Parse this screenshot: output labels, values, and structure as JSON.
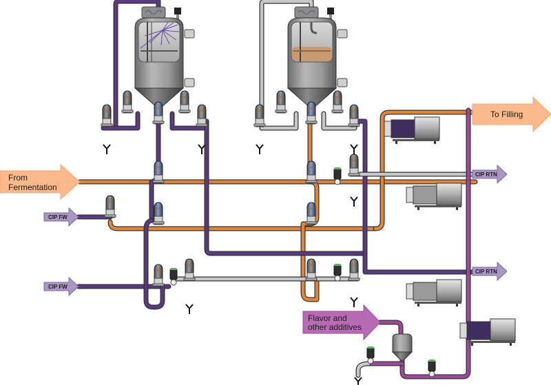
{
  "diagram": {
    "title": "Beer bright tank / filling process flow",
    "colors": {
      "product": "#e0863a",
      "product_arrow": "#f9b98a",
      "cip_pipe": "#5a3a7e",
      "cip_arrow": "#a996c4",
      "additive_pipe": "#9a4a98",
      "additive_arrow": "#b66bb2",
      "water_pipe": "#c8c8c8",
      "background": "#ffffff"
    },
    "arrows": [
      {
        "id": "from-fermentation",
        "lines": [
          "From",
          "Fermentation"
        ],
        "type": "product",
        "direction": "in"
      },
      {
        "id": "cip-fw-1",
        "lines": [
          "CIP FW"
        ],
        "type": "cip",
        "direction": "in"
      },
      {
        "id": "cip-fw-2",
        "lines": [
          "CIP FW"
        ],
        "type": "cip",
        "direction": "in"
      },
      {
        "id": "to-filling",
        "lines": [
          "To Filling"
        ],
        "type": "product",
        "direction": "out"
      },
      {
        "id": "cip-rtn-1",
        "lines": [
          "CIP RTN"
        ],
        "type": "cip",
        "direction": "out"
      },
      {
        "id": "cip-rtn-2",
        "lines": [
          "CIP RTN"
        ],
        "type": "cip",
        "direction": "out"
      },
      {
        "id": "flavor-additives",
        "lines": [
          "Flavor and",
          "other additives"
        ],
        "type": "additive",
        "direction": "in"
      }
    ],
    "tanks": [
      {
        "id": "tank-1",
        "state": "cleaning",
        "content": "CIP spray"
      },
      {
        "id": "tank-2",
        "state": "filled",
        "content": "product",
        "fill_level": 0.35
      }
    ],
    "pumps": [
      {
        "id": "pump-filling",
        "line": "product"
      },
      {
        "id": "pump-cip-rtn-1",
        "line": "water"
      },
      {
        "id": "pump-cip-rtn-2",
        "line": "cip"
      },
      {
        "id": "pump-additive",
        "line": "additive"
      }
    ]
  }
}
